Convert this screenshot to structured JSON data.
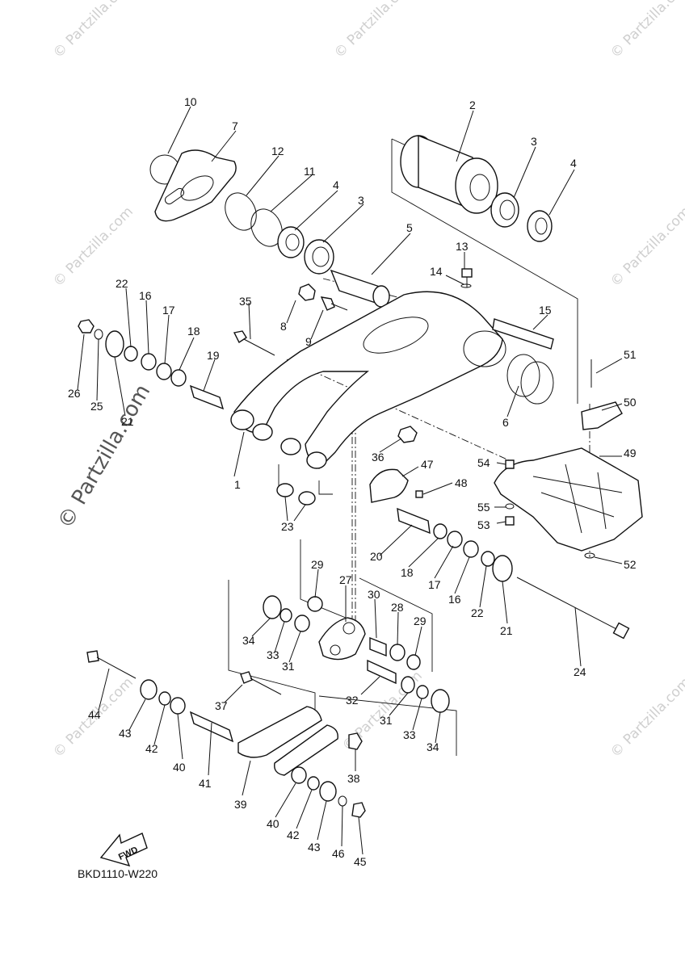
{
  "diagram": {
    "code": "BKD1110-W220",
    "fwd_label": "FWD",
    "watermark": "© Partzilla.com",
    "callouts": [
      {
        "label": "1"
      },
      {
        "label": "2"
      },
      {
        "label": "3"
      },
      {
        "label": "3"
      },
      {
        "label": "4"
      },
      {
        "label": "4"
      },
      {
        "label": "5"
      },
      {
        "label": "6"
      },
      {
        "label": "7"
      },
      {
        "label": "8"
      },
      {
        "label": "9"
      },
      {
        "label": "10"
      },
      {
        "label": "11"
      },
      {
        "label": "12"
      },
      {
        "label": "13"
      },
      {
        "label": "14"
      },
      {
        "label": "15"
      },
      {
        "label": "16"
      },
      {
        "label": "16"
      },
      {
        "label": "17"
      },
      {
        "label": "17"
      },
      {
        "label": "18"
      },
      {
        "label": "18"
      },
      {
        "label": "19"
      },
      {
        "label": "20"
      },
      {
        "label": "21"
      },
      {
        "label": "21"
      },
      {
        "label": "22"
      },
      {
        "label": "22"
      },
      {
        "label": "23"
      },
      {
        "label": "24"
      },
      {
        "label": "25"
      },
      {
        "label": "26"
      },
      {
        "label": "27"
      },
      {
        "label": "28"
      },
      {
        "label": "29"
      },
      {
        "label": "29"
      },
      {
        "label": "30"
      },
      {
        "label": "31"
      },
      {
        "label": "31"
      },
      {
        "label": "32"
      },
      {
        "label": "33"
      },
      {
        "label": "33"
      },
      {
        "label": "34"
      },
      {
        "label": "34"
      },
      {
        "label": "35"
      },
      {
        "label": "36"
      },
      {
        "label": "37"
      },
      {
        "label": "38"
      },
      {
        "label": "39"
      },
      {
        "label": "40"
      },
      {
        "label": "40"
      },
      {
        "label": "41"
      },
      {
        "label": "42"
      },
      {
        "label": "42"
      },
      {
        "label": "43"
      },
      {
        "label": "43"
      },
      {
        "label": "44"
      },
      {
        "label": "45"
      },
      {
        "label": "46"
      },
      {
        "label": "47"
      },
      {
        "label": "48"
      },
      {
        "label": "49"
      },
      {
        "label": "50"
      },
      {
        "label": "51"
      },
      {
        "label": "52"
      },
      {
        "label": "53"
      },
      {
        "label": "54"
      },
      {
        "label": "55"
      }
    ]
  }
}
